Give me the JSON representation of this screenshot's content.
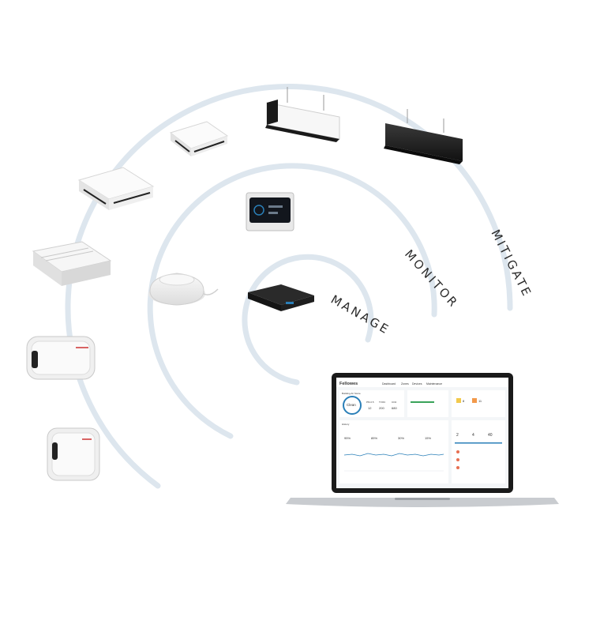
{
  "arcs": {
    "inner_label": "MANAGE",
    "middle_label": "MONITOR",
    "outer_label": "MITIGATE"
  },
  "laptop_screen": {
    "brand": "Fellowes",
    "tabs": [
      "Dashboard",
      "Zones",
      "Devices",
      "Maintenance"
    ],
    "wellness_title": "Building Air Score",
    "clean_label": "Clean",
    "metrics": [
      {
        "label": "PM 2.5",
        "value": "12"
      },
      {
        "label": "TVOC",
        "value": "200"
      },
      {
        "label": "CO2",
        "value": "680"
      }
    ],
    "history_title": "History",
    "history_stats": [
      "95%",
      "85%",
      "30%",
      "15%"
    ],
    "device_counts": [
      "2",
      "4",
      "40"
    ],
    "alerts_counts": [
      "8",
      "11"
    ]
  },
  "colors": {
    "arc": "#dde6ee",
    "label": "#2b2b2b",
    "device_white": "#f4f4f4",
    "device_dark": "#1c1c1c",
    "screen_accent": "#2a7fb8"
  }
}
